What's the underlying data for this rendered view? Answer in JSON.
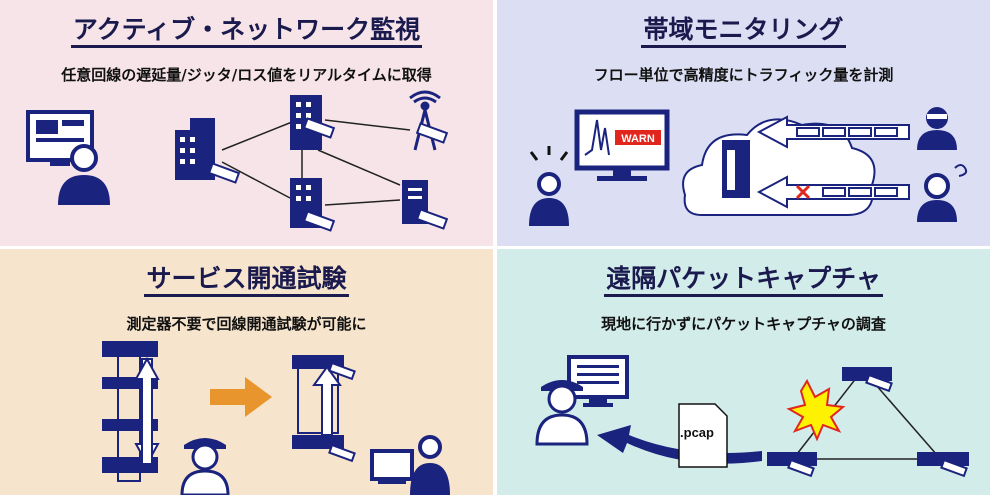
{
  "colors": {
    "panel1": "#f6e4e8",
    "panel2": "#dcdff4",
    "panel3": "#f7e4cc",
    "panel4": "#d2ecea",
    "navy": "#1a237e",
    "accent": "#e8952e",
    "alert": "#e0261d"
  },
  "panels": [
    {
      "title": "アクティブ・ネットワーク監視",
      "subtitle": "任意回線の遅延量/ジッタ/ロス値をリアルタイムに取得"
    },
    {
      "title": "帯域モニタリング",
      "subtitle": "フロー単位で高精度にトラフィック量を計測",
      "warn_label": "WARN"
    },
    {
      "title": "サービス開通試験",
      "subtitle": "測定器不要で回線開通試験が可能に"
    },
    {
      "title": "遠隔パケットキャプチャ",
      "subtitle": "現地に行かずにパケットキャプチャの調査",
      "file_label": ".pcap"
    }
  ]
}
